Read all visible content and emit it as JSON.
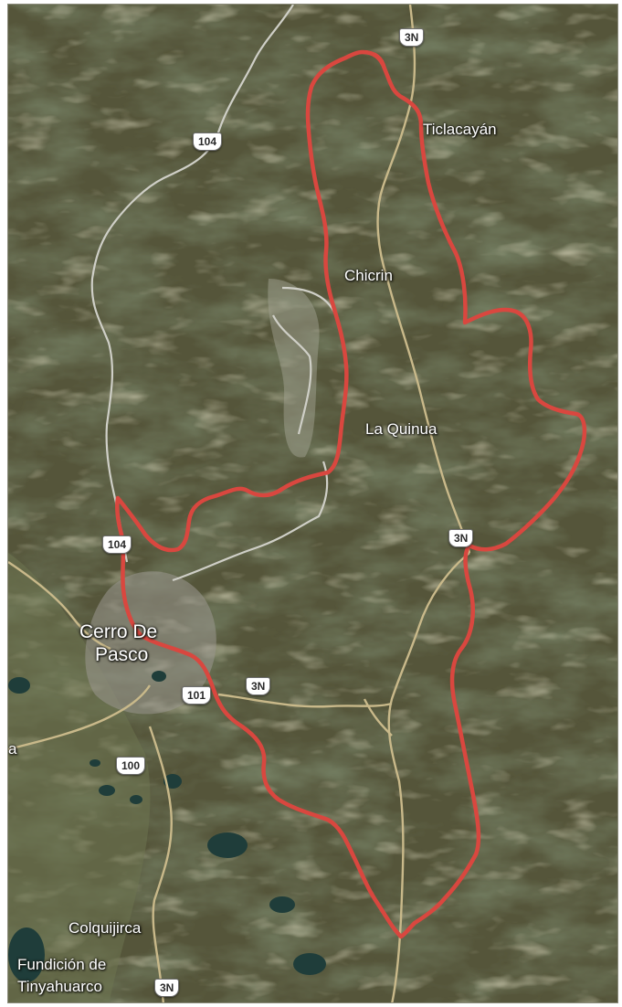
{
  "map": {
    "place_labels": {
      "ticlacayan": "Ticlacayán",
      "chicrin": "Chicrin",
      "la_quinua": "La Quinua",
      "cerro_de_pasco_line1": "Cerro De",
      "cerro_de_pasco_line2": "Pasco",
      "colquijirca": "Colquijirca",
      "fundicion_line1": "Fundición de",
      "fundicion_line2": "Tinyahuarco",
      "cut_off_left": "a"
    },
    "road_shields": {
      "r104_top": "104",
      "r104_left": "104",
      "r101": "101",
      "r100": "100",
      "r3n_top": "3N",
      "r3n_mid": "3N",
      "r3n_center": "3N",
      "r3n_bottom": "3N"
    },
    "colors": {
      "terrain_base": "#55553a",
      "ridge_dark": "#2f3a22",
      "valley_light": "#8c8862",
      "route_red": "#d9473f",
      "highway_3n": "#c9b98a",
      "secondary_road": "#cfcfc7",
      "water": "#1f3d3a",
      "urban": "#9a9890"
    }
  }
}
